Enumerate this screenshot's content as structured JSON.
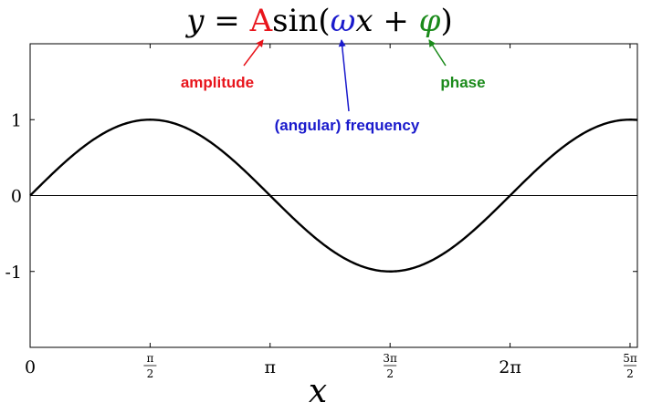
{
  "chart_data": {
    "type": "line",
    "title": {
      "parts": [
        {
          "text": "y",
          "role": "plain",
          "italic": true
        },
        {
          "text": " = ",
          "role": "plain",
          "italic": false
        },
        {
          "text": "A",
          "role": "amplitude",
          "italic": false
        },
        {
          "text": "sin(",
          "role": "plain",
          "italic": false
        },
        {
          "text": "ω",
          "role": "frequency",
          "italic": true
        },
        {
          "text": "x",
          "role": "plain",
          "italic": true
        },
        {
          "text": " + ",
          "role": "plain",
          "italic": false
        },
        {
          "text": "φ",
          "role": "phase",
          "italic": true
        },
        {
          "text": ")",
          "role": "plain",
          "italic": false
        }
      ]
    },
    "annotations": {
      "amplitude": "amplitude",
      "frequency": "(angular) frequency",
      "phase": "phase"
    },
    "colors": {
      "amplitude": "#e8141b",
      "frequency": "#1a1acc",
      "phase": "#1a8a1a",
      "curve": "#000000",
      "axis": "#000000"
    },
    "xlabel": "x",
    "ylabel": "",
    "xlim": [
      0,
      7.95
    ],
    "ylim": [
      -2,
      2
    ],
    "x_ticks": [
      {
        "value": 0,
        "label": "0"
      },
      {
        "value": 1.5708,
        "num": "π",
        "den": "2"
      },
      {
        "value": 3.1416,
        "label": "π"
      },
      {
        "value": 4.7124,
        "num": "3π",
        "den": "2"
      },
      {
        "value": 6.2832,
        "label": "2π"
      },
      {
        "value": 7.854,
        "num": "5π",
        "den": "2"
      }
    ],
    "y_ticks": [
      {
        "value": 1,
        "label": "1"
      },
      {
        "value": 0,
        "label": "0"
      },
      {
        "value": -1,
        "label": "-1"
      }
    ],
    "series": [
      {
        "function": "sin",
        "amplitude": 1,
        "frequency": 1,
        "phase": 0,
        "x_range": [
          0,
          7.95
        ]
      }
    ],
    "grid": false
  }
}
